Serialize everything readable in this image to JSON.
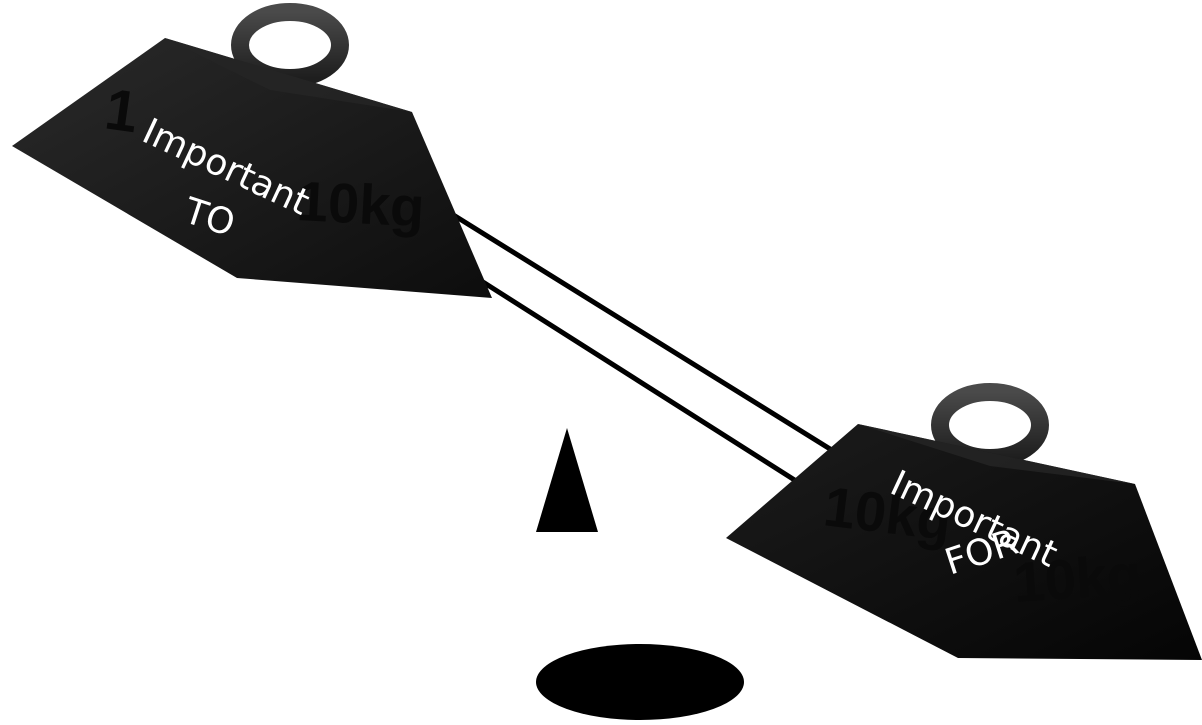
{
  "left_weight": {
    "stamp_primary": "10kg",
    "stamp_partial": "1",
    "label_line1": "Important",
    "label_line2": "TO"
  },
  "right_weight": {
    "stamp_primary": "10kg",
    "stamp_secondary": "10kg",
    "label_line1": "Important",
    "label_line2": "FOR"
  },
  "colors": {
    "weight_body": "#151515",
    "weight_highlight": "#3a3a3a",
    "stamp_text": "#0a0a0a",
    "label_text": "#ffffff",
    "beam": "#000000",
    "fulcrum": "#000000",
    "background": "#ffffff"
  }
}
